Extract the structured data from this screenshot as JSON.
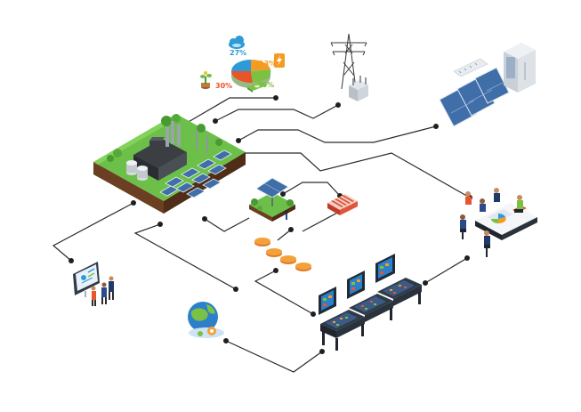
{
  "energy_pie": {
    "labels": [
      "27%",
      "13%",
      "30%",
      "30%"
    ],
    "colors": [
      "#2e9bd6",
      "#f39c21",
      "#7cc242",
      "#e7552b"
    ]
  },
  "colors": {
    "line": "#2b2b2b",
    "grass": "#6cc04a",
    "soil": "#6b3f22",
    "panel": "#3f6ea8",
    "screen": "#1f2b36"
  },
  "icons": [
    "cloud-icon",
    "lightning-icon",
    "money-icon",
    "plant-icon",
    "power-tower-icon",
    "transformer-icon",
    "solar-panel-icon",
    "electrical-cabinet-icon",
    "power-plant-icon",
    "team-meeting-icon",
    "presentation-board-icon",
    "globe-icon",
    "control-desk-icon",
    "battery-icon",
    "coin-icon"
  ]
}
